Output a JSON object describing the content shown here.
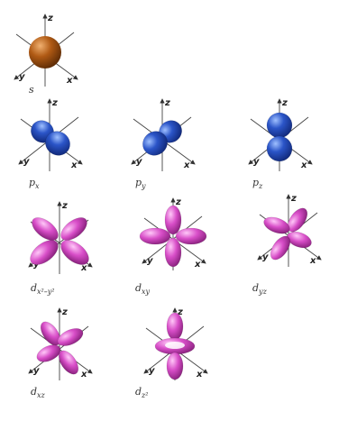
{
  "colors": {
    "s": "#b05a14",
    "p": "#2b55c8",
    "d": "#d84ec8",
    "axis": "#444444"
  },
  "axis_labels": {
    "x": "x",
    "y": "y",
    "z": "z"
  },
  "orbitals": [
    {
      "id": "s",
      "label": {
        "main": "s",
        "sub": "",
        "sup": ""
      }
    },
    {
      "id": "px",
      "label": {
        "main": "p",
        "sub": "x",
        "sup": ""
      }
    },
    {
      "id": "py",
      "label": {
        "main": "p",
        "sub": "y",
        "sup": ""
      }
    },
    {
      "id": "pz",
      "label": {
        "main": "p",
        "sub": "z",
        "sup": ""
      }
    },
    {
      "id": "dx2y2",
      "label": {
        "main": "d",
        "sub": "x²–y²",
        "sup": ""
      }
    },
    {
      "id": "dxy",
      "label": {
        "main": "d",
        "sub": "xy",
        "sup": ""
      }
    },
    {
      "id": "dyz",
      "label": {
        "main": "d",
        "sub": "yz",
        "sup": ""
      }
    },
    {
      "id": "dxz",
      "label": {
        "main": "d",
        "sub": "xz",
        "sup": ""
      }
    },
    {
      "id": "dz2",
      "label": {
        "main": "d",
        "sub": "z²",
        "sup": ""
      }
    }
  ]
}
